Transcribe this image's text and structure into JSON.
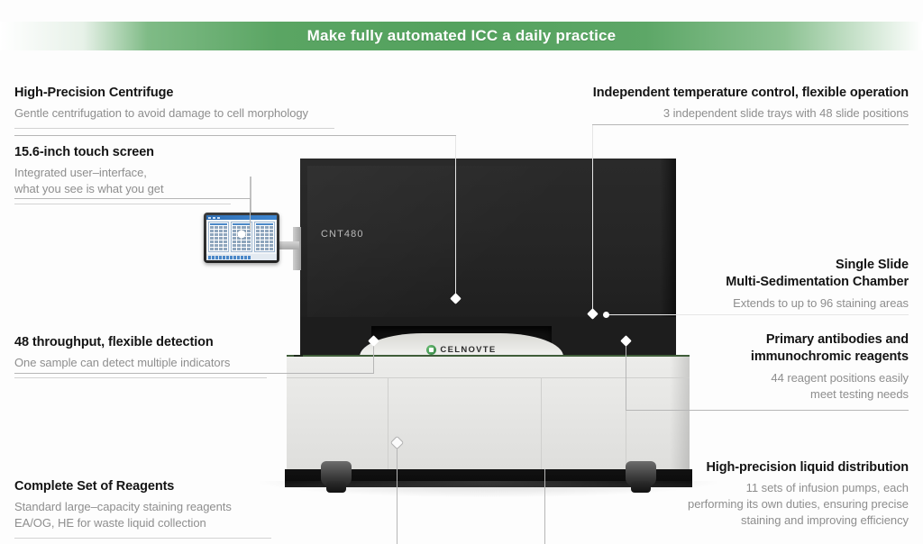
{
  "banner": {
    "headline": "Make fully automated ICC a daily practice",
    "accent_color": "#5aa563"
  },
  "product": {
    "model_label": "CNT480",
    "brand_name": "CELNOVTE",
    "brand_mark": "celnovte-logo-icon"
  },
  "features_left": [
    {
      "id": "high-precision-centrifuge",
      "title": "High-Precision Centrifuge",
      "body": "Gentle centrifugation to avoid damage to cell morphology"
    },
    {
      "id": "touch-screen",
      "title": "15.6-inch touch screen",
      "body_line1": "Integrated user–interface,",
      "body_line2": "what you see is what you get"
    },
    {
      "id": "throughput",
      "title": "48 throughput, flexible detection",
      "body": "One sample can detect multiple indicators"
    },
    {
      "id": "reagents-set",
      "title": "Complete Set of Reagents",
      "body_line1": "Standard large–capacity staining reagents",
      "body_line2": "EA/OG, HE for waste liquid collection"
    }
  ],
  "features_right": [
    {
      "id": "temperature-control",
      "title": "Independent temperature control, flexible operation",
      "body": "3 independent slide trays with 48 slide positions"
    },
    {
      "id": "sedimentation-chamber",
      "title_line1": "Single Slide",
      "title_line2": "Multi-Sedimentation Chamber",
      "body": "Extends to up to 96 staining areas"
    },
    {
      "id": "primary-antibodies",
      "title_line1": "Primary antibodies and",
      "title_line2": "immunochromic reagents",
      "body_line1": "44 reagent positions easily",
      "body_line2": "meet testing needs"
    },
    {
      "id": "liquid-distribution",
      "title": "High-precision liquid distribution",
      "body_line1": "11 sets of infusion pumps, each",
      "body_line2": "performing its own duties, ensuring precise",
      "body_line3": "staining and improving efficiency"
    }
  ],
  "colors": {
    "title_text": "#141414",
    "body_text": "#8e8e8e",
    "rule": "#d3d3d3",
    "machine_stripe_green": "#4c6d44",
    "chamber_dark": "#262626",
    "body_light": "#e7e7e5"
  }
}
